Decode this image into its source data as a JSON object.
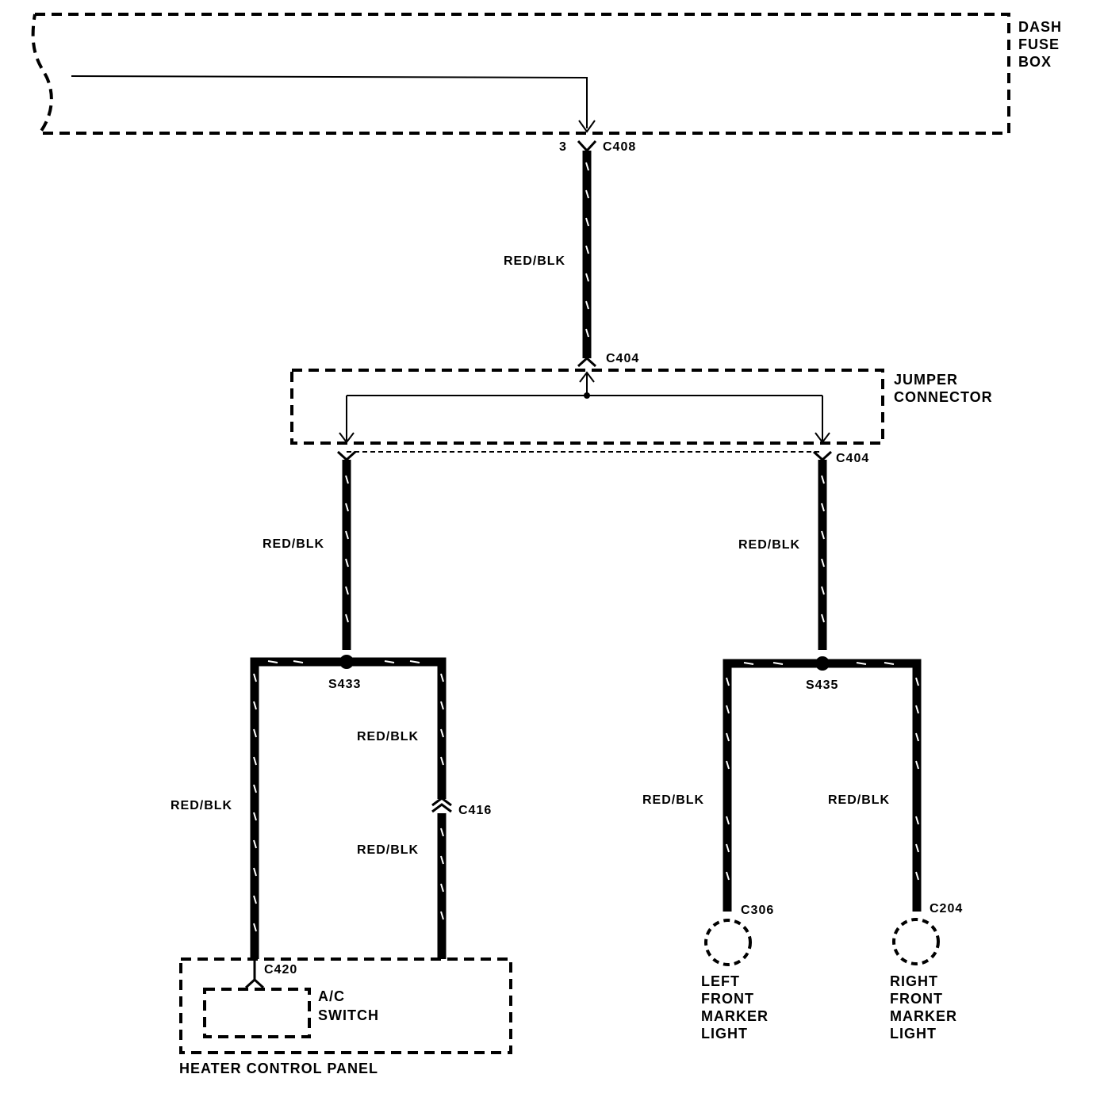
{
  "components": {
    "dash_fuse_box": {
      "line1": "DASH",
      "line2": "FUSE",
      "line3": "BOX",
      "pin": "3"
    },
    "jumper_connector": {
      "line1": "JUMPER",
      "line2": "CONNECTOR"
    },
    "heater_control_panel": {
      "label": "HEATER CONTROL PANEL"
    },
    "ac_switch": {
      "line1": "A/C",
      "line2": "SWITCH"
    },
    "left_front_marker_light": {
      "line1": "LEFT",
      "line2": "FRONT",
      "line3": "MARKER",
      "line4": "LIGHT"
    },
    "right_front_marker_light": {
      "line1": "RIGHT",
      "line2": "FRONT",
      "line3": "MARKER",
      "line4": "LIGHT"
    }
  },
  "connectors": {
    "c408": "C408",
    "c404_top": "C404",
    "c404_right": "C404",
    "c416": "C416",
    "c420": "C420",
    "c306": "C306",
    "c204": "C204"
  },
  "splices": {
    "s433": "S433",
    "s435": "S435"
  },
  "wires": {
    "main": "RED/BLK",
    "left_branch": "RED/BLK",
    "right_branch": "RED/BLK",
    "s433_right_upper": "RED/BLK",
    "s433_left": "RED/BLK",
    "s433_right_lower": "RED/BLK",
    "s435_left": "RED/BLK",
    "s435_right": "RED/BLK"
  }
}
